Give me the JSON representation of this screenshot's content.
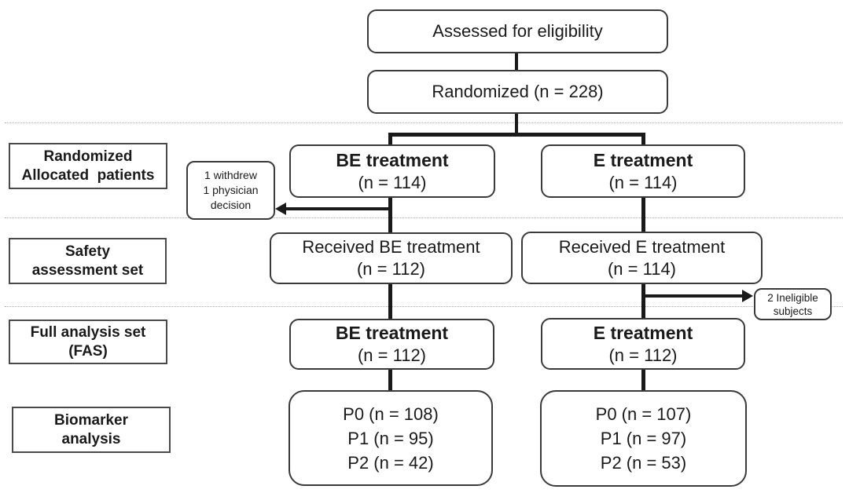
{
  "colors": {
    "box_border": "#3a3a3a",
    "label_border": "#4a4a4a",
    "connector": "#1a1a1a",
    "divider": "#a8a8a8",
    "text": "#1a1a1a",
    "background": "#ffffff"
  },
  "top": {
    "assessed": "Assessed for eligibility",
    "randomized": "Randomized (n = 228)"
  },
  "stage_labels": [
    {
      "line1": "Randomized",
      "line2": "Allocated  patients"
    },
    {
      "line1": "Safety",
      "line2": "assessment set"
    },
    {
      "line1": "Full analysis set",
      "line2": "(FAS)"
    },
    {
      "line1": "Biomarker",
      "line2": "analysis"
    }
  ],
  "columns": {
    "be": {
      "allocated_title": "BE treatment",
      "allocated_n": "(n = 114)",
      "received_line1": "Received BE treatment",
      "received_n": "(n = 112)",
      "fas_title": "BE treatment",
      "fas_n": "(n = 112)",
      "biomarker": [
        "P0 (n = 108)",
        "P1 (n = 95)",
        "P2 (n = 42)"
      ]
    },
    "e": {
      "allocated_title": "E treatment",
      "allocated_n": "(n = 114)",
      "received_line1": "Received E treatment",
      "received_n": "(n = 114)",
      "fas_title": "E treatment",
      "fas_n": "(n = 112)",
      "biomarker": [
        "P0 (n = 107)",
        "P1 (n = 97)",
        "P2 (n = 53)"
      ]
    }
  },
  "exclusions": {
    "withdrew": [
      "1 withdrew",
      "1 physician",
      "decision"
    ],
    "ineligible": [
      "2 Ineligible",
      "subjects"
    ]
  }
}
